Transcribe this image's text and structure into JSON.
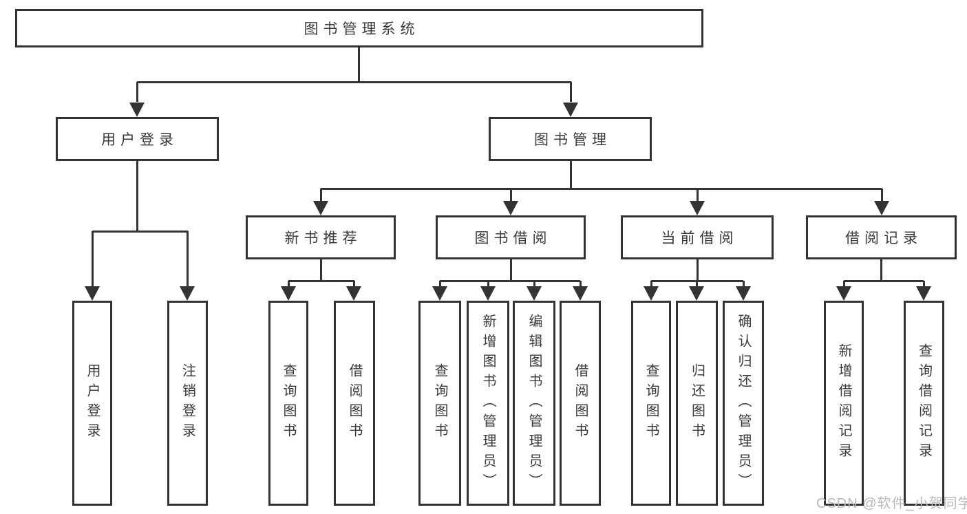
{
  "diagram": {
    "root": {
      "label": "图书管理系统"
    },
    "branches": [
      {
        "label": "用户登录",
        "children": [
          {
            "label": "用户登录"
          },
          {
            "label": "注销登录"
          }
        ]
      },
      {
        "label": "图书管理",
        "groups": [
          {
            "label": "新书推荐",
            "children": [
              {
                "label": "查询图书"
              },
              {
                "label": "借阅图书"
              }
            ]
          },
          {
            "label": "图书借阅",
            "children": [
              {
                "label": "查询图书"
              },
              {
                "label": "新增图书（管理员）"
              },
              {
                "label": "编辑图书（管理员）"
              },
              {
                "label": "借阅图书"
              }
            ]
          },
          {
            "label": "当前借阅",
            "children": [
              {
                "label": "查询图书"
              },
              {
                "label": "归还图书"
              },
              {
                "label": "确认归还（管理员）"
              }
            ]
          },
          {
            "label": "借阅记录",
            "children": [
              {
                "label": "新增借阅记录"
              },
              {
                "label": "查询借阅记录"
              }
            ]
          }
        ]
      }
    ],
    "watermark": "CSDN @软件_小贺同学",
    "colors": {
      "line": "#333333",
      "text": "#3a3a3a",
      "watermark": "#b9b9b9",
      "background": "#ffffff"
    }
  }
}
